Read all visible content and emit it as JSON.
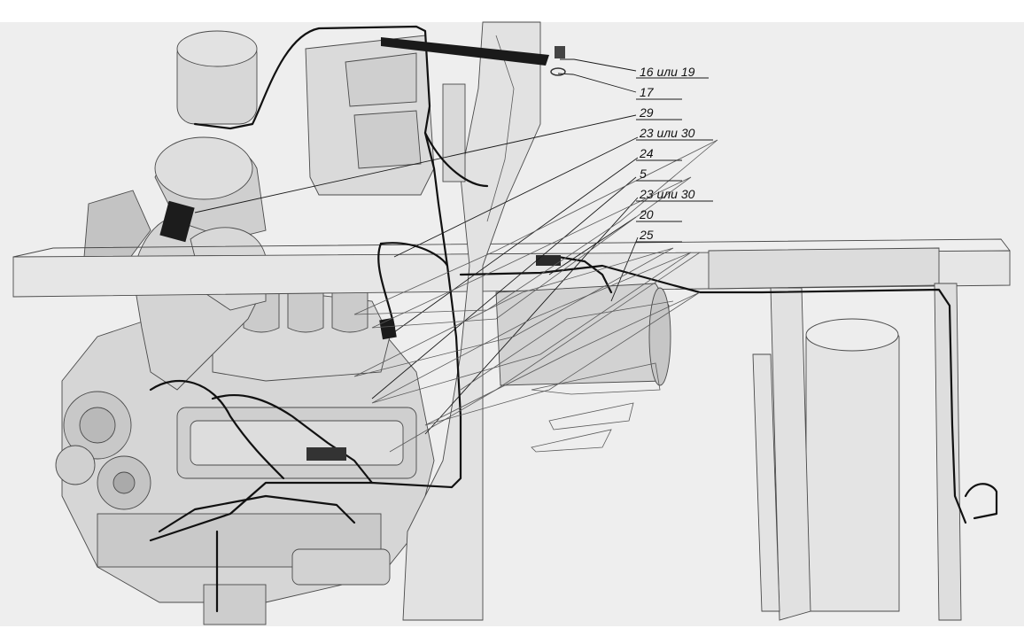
{
  "callouts": [
    {
      "id": "c1",
      "label": "16 или 19"
    },
    {
      "id": "c2",
      "label": "17"
    },
    {
      "id": "c3",
      "label": "29"
    },
    {
      "id": "c4",
      "label": "23 или 30"
    },
    {
      "id": "c5",
      "label": "24"
    },
    {
      "id": "c6",
      "label": "5"
    },
    {
      "id": "c7",
      "label": "23 или 30"
    },
    {
      "id": "c8",
      "label": "20"
    },
    {
      "id": "c9",
      "label": "25"
    }
  ]
}
